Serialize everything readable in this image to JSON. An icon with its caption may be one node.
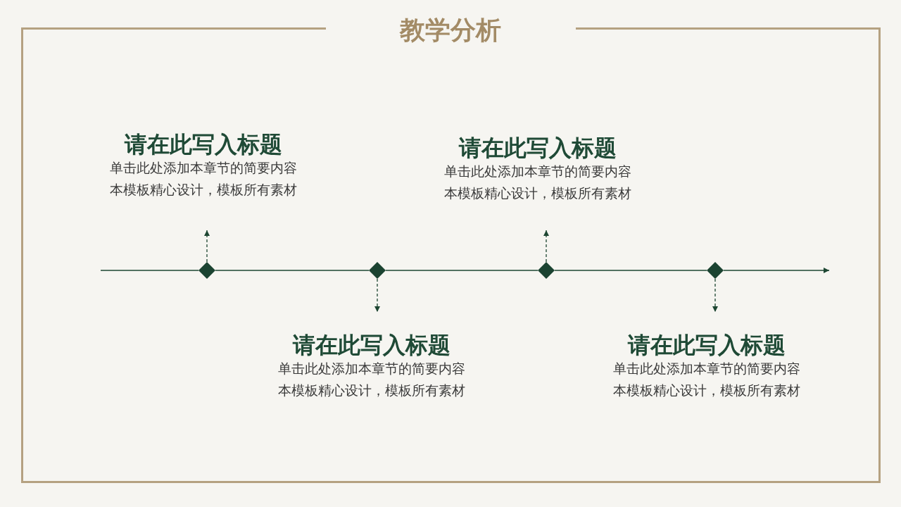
{
  "diagram": {
    "title": "教学分析",
    "nodes": [
      {
        "text": [
          "请在此写入标题",
          "单击此处添加本章节的简要内容本模板精心设计，模板所有素材"
        ]
      },
      {
        "text": [
          "请在此写入标题",
          "单击此处添加本章节的简要内容本模板精心设计，模板所有素材"
        ]
      },
      {
        "text": [],
        "shape": "diamond"
      },
      {
        "text": [],
        "shape": "diamond"
      },
      {
        "text": [],
        "shape": "diamond"
      },
      {
        "text": [],
        "shape": "diamond"
      },
      {
        "text": [
          "请在此写入标题",
          "单击此处添加本章节的简要内容本模板精心设计，模板所有素材"
        ]
      },
      {
        "text": [
          "请在此写入标题",
          "单击此处添加本章节的简要内容本模板精心设计，模板所有素材"
        ]
      }
    ],
    "edges": [
      {
        "from": 2,
        "to": 0,
        "arrow": "to",
        "style": "dashed"
      },
      {
        "from": 3,
        "to": 6,
        "arrow": "to",
        "style": "dashed"
      },
      {
        "from": 4,
        "to": 1,
        "arrow": "to",
        "style": "dashed"
      },
      {
        "from": 5,
        "to": 7,
        "arrow": "to",
        "style": "dashed"
      },
      {
        "from": null,
        "to": 2,
        "arrow": "none"
      },
      {
        "from": 2,
        "to": 3,
        "arrow": "none"
      },
      {
        "from": 3,
        "to": 4,
        "arrow": "none"
      },
      {
        "from": 4,
        "to": 5,
        "arrow": "none"
      },
      {
        "from": 5,
        "to": null,
        "arrow": "to"
      }
    ]
  }
}
